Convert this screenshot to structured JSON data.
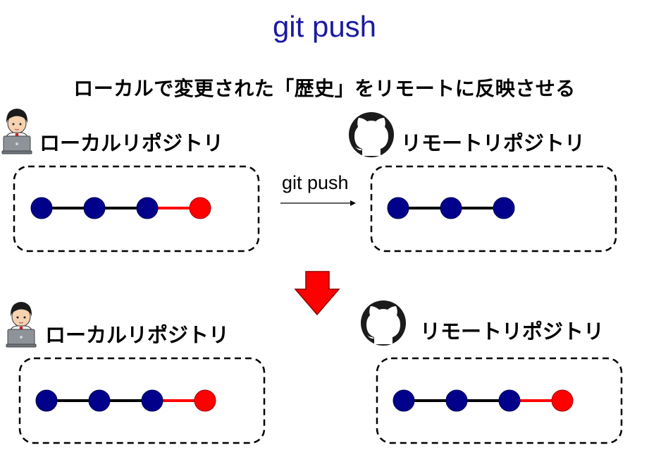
{
  "title": "git push",
  "subtitle": "ローカルで変更された「歴史」をリモートに反映させる",
  "before": {
    "local_label": "ローカルリポジトリ",
    "remote_label": "リモートリポジトリ",
    "local_commits": [
      "pushed",
      "pushed",
      "pushed",
      "new"
    ],
    "remote_commits": [
      "pushed",
      "pushed",
      "pushed"
    ]
  },
  "action_label": "git push",
  "after": {
    "local_label": "ローカルリポジトリ",
    "remote_label": "リモートリポジトリ",
    "local_commits": [
      "pushed",
      "pushed",
      "pushed",
      "new"
    ],
    "remote_commits": [
      "pushed",
      "pushed",
      "pushed",
      "new"
    ]
  },
  "colors": {
    "title": "#1a1aa0",
    "commit_pushed": "#00008b",
    "commit_new": "#ff0000",
    "link_pushed": "#000000",
    "link_new": "#ff0000",
    "arrow_down": "#ff0000"
  },
  "icons": {
    "user": "user-at-laptop-icon",
    "remote": "github-octocat-icon"
  }
}
